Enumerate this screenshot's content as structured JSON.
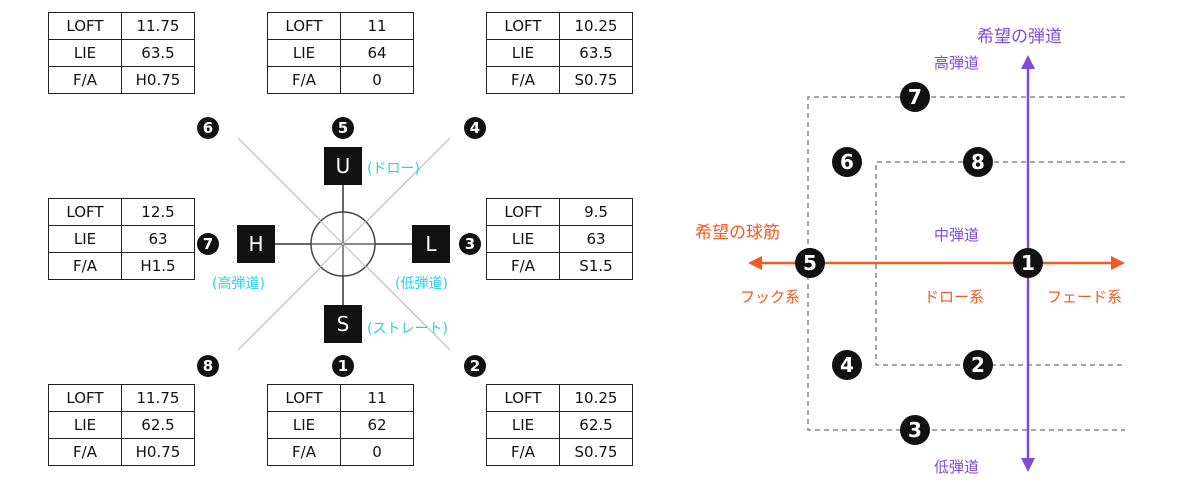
{
  "tables": [
    {
      "id": "t6",
      "rows": [
        [
          "LOFT",
          "11.75"
        ],
        [
          "LIE",
          "63.5"
        ],
        [
          "F/A",
          "H0.75"
        ]
      ]
    },
    {
      "id": "t5",
      "rows": [
        [
          "LOFT",
          "11"
        ],
        [
          "LIE",
          "64"
        ],
        [
          "F/A",
          "0"
        ]
      ]
    },
    {
      "id": "t4",
      "rows": [
        [
          "LOFT",
          "10.25"
        ],
        [
          "LIE",
          "63.5"
        ],
        [
          "F/A",
          "S0.75"
        ]
      ]
    },
    {
      "id": "t7",
      "rows": [
        [
          "LOFT",
          "12.5"
        ],
        [
          "LIE",
          "63"
        ],
        [
          "F/A",
          "H1.5"
        ]
      ]
    },
    {
      "id": "t3",
      "rows": [
        [
          "LOFT",
          "9.5"
        ],
        [
          "LIE",
          "63"
        ],
        [
          "F/A",
          "S1.5"
        ]
      ]
    },
    {
      "id": "t8",
      "rows": [
        [
          "LOFT",
          "11.75"
        ],
        [
          "LIE",
          "62.5"
        ],
        [
          "F/A",
          "H0.75"
        ]
      ]
    },
    {
      "id": "t1",
      "rows": [
        [
          "LOFT",
          "11"
        ],
        [
          "LIE",
          "62"
        ],
        [
          "F/A",
          "0"
        ]
      ]
    },
    {
      "id": "t2",
      "rows": [
        [
          "LOFT",
          "10.25"
        ],
        [
          "LIE",
          "62.5"
        ],
        [
          "F/A",
          "S0.75"
        ]
      ]
    }
  ],
  "position_numbers": [
    "❶",
    "❷",
    "❸",
    "❹",
    "❺",
    "❻",
    "❼",
    "❽"
  ],
  "dial": {
    "up": {
      "letter": "U",
      "caption": "(ドロー)"
    },
    "down": {
      "letter": "S",
      "caption": "(ストレート)"
    },
    "left": {
      "letter": "H",
      "caption": "(高弾道)"
    },
    "right": {
      "letter": "L",
      "caption": "(低弾道)"
    }
  },
  "right_diagram": {
    "trajectory_title": "希望の弾道",
    "high": "高弾道",
    "mid": "中弾道",
    "low": "低弾道",
    "curve_title": "希望の球筋",
    "hook": "フック系",
    "draw": "ドロー系",
    "fade": "フェード系"
  },
  "colors": {
    "cyan": "#2ad0e8",
    "orange": "#ef5a25",
    "purple": "#7f4bd8"
  }
}
